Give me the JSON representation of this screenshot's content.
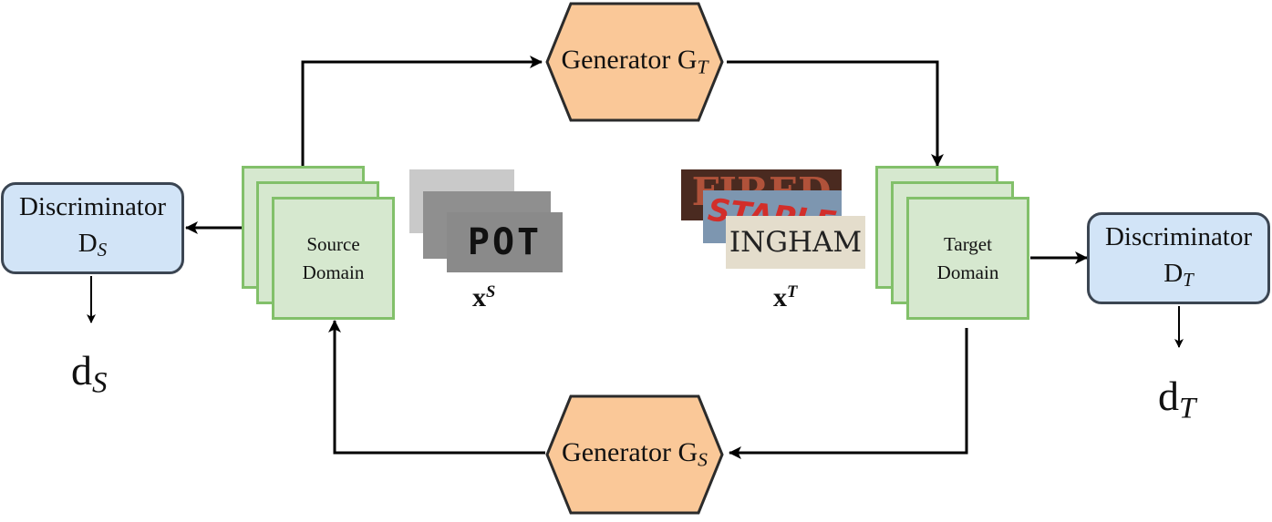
{
  "generators": {
    "target": {
      "label": "Generator G",
      "subscript": "T"
    },
    "source": {
      "label": "Generator G",
      "subscript": "S"
    }
  },
  "discriminators": {
    "source": {
      "line1": "Discriminator",
      "symbol": "D",
      "subscript": "S"
    },
    "target": {
      "line1": "Discriminator",
      "symbol": "D",
      "subscript": "T"
    }
  },
  "domains": {
    "source": {
      "line1": "Source",
      "line2": "Domain"
    },
    "target": {
      "line1": "Target",
      "line2": "Domain"
    }
  },
  "samples": {
    "source": {
      "variable": "x",
      "superscript": "S",
      "words": [
        "",
        "",
        "POT"
      ]
    },
    "target": {
      "variable": "x",
      "superscript": "T",
      "words": [
        "FIRED",
        "STAPLE",
        "INGHAM"
      ]
    }
  },
  "outputs": {
    "source": {
      "symbol": "d",
      "subscript": "S"
    },
    "target": {
      "symbol": "d",
      "subscript": "T"
    }
  },
  "colors": {
    "generator_fill": "#fac898",
    "generator_stroke": "#2b2b2b",
    "discriminator_fill": "#d2e4f7",
    "discriminator_stroke": "#3b4552",
    "domain_fill": "#d6e8cf",
    "domain_stroke": "#82c06a",
    "arrow": "#000000"
  }
}
